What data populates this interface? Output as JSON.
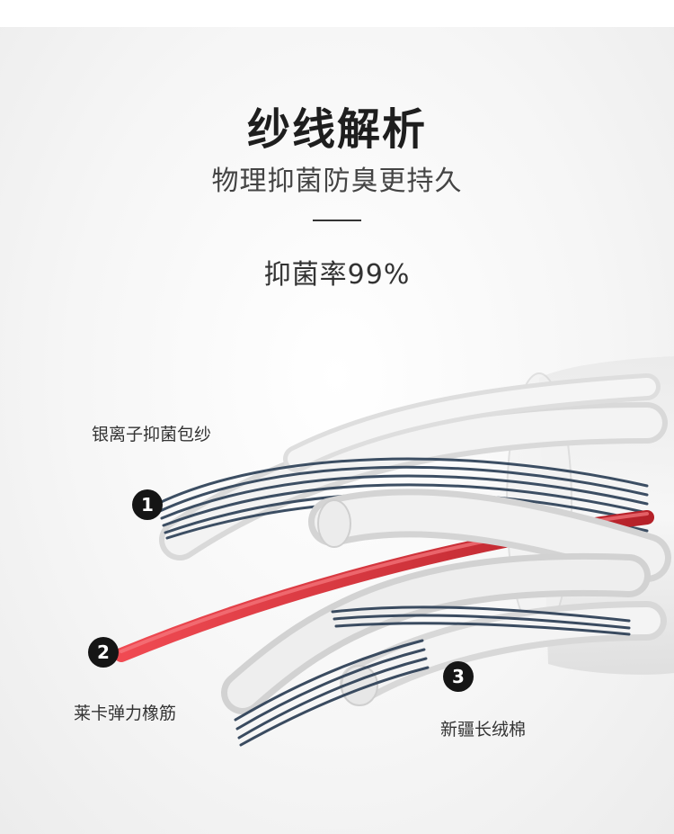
{
  "header": {
    "title": "纱线解析",
    "subtitle": "物理抑菌防臭更持久",
    "rate": "抑菌率99%"
  },
  "callouts": [
    {
      "number": "1",
      "label": "银离子抑菌包纱"
    },
    {
      "number": "2",
      "label": "莱卡弹力橡筋"
    },
    {
      "number": "3",
      "label": "新疆长绒棉"
    }
  ],
  "colors": {
    "yarn_blue": "#3c4e63",
    "elastic_red": "#d8333a",
    "cotton_white": "#ececec"
  }
}
